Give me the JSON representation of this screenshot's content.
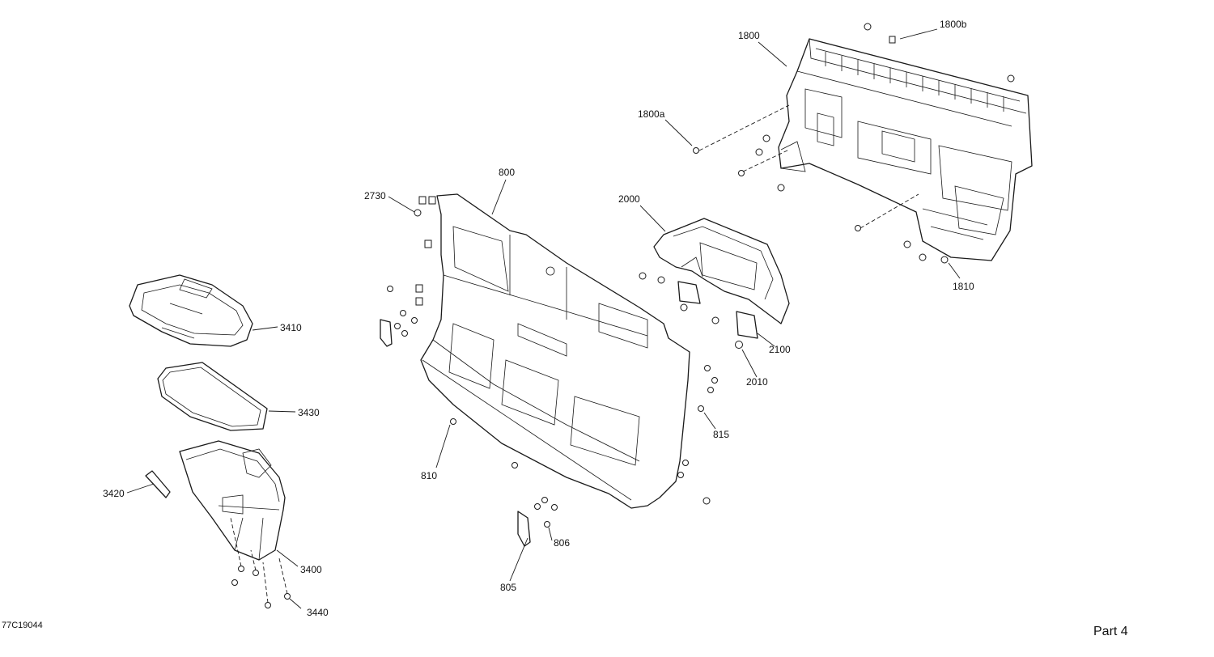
{
  "drawing": {
    "id": "77C19044",
    "page": "Part 4"
  },
  "callouts": {
    "c1800": "1800",
    "c1800b": "1800b",
    "c1800a": "1800a",
    "c1810": "1810",
    "c800": "800",
    "c2730": "2730",
    "c2000": "2000",
    "c2100": "2100",
    "c2010": "2010",
    "c815": "815",
    "c810": "810",
    "c806": "806",
    "c805": "805",
    "c3410": "3410",
    "c3430": "3430",
    "c3420": "3420",
    "c3400": "3400",
    "c3440": "3440"
  }
}
